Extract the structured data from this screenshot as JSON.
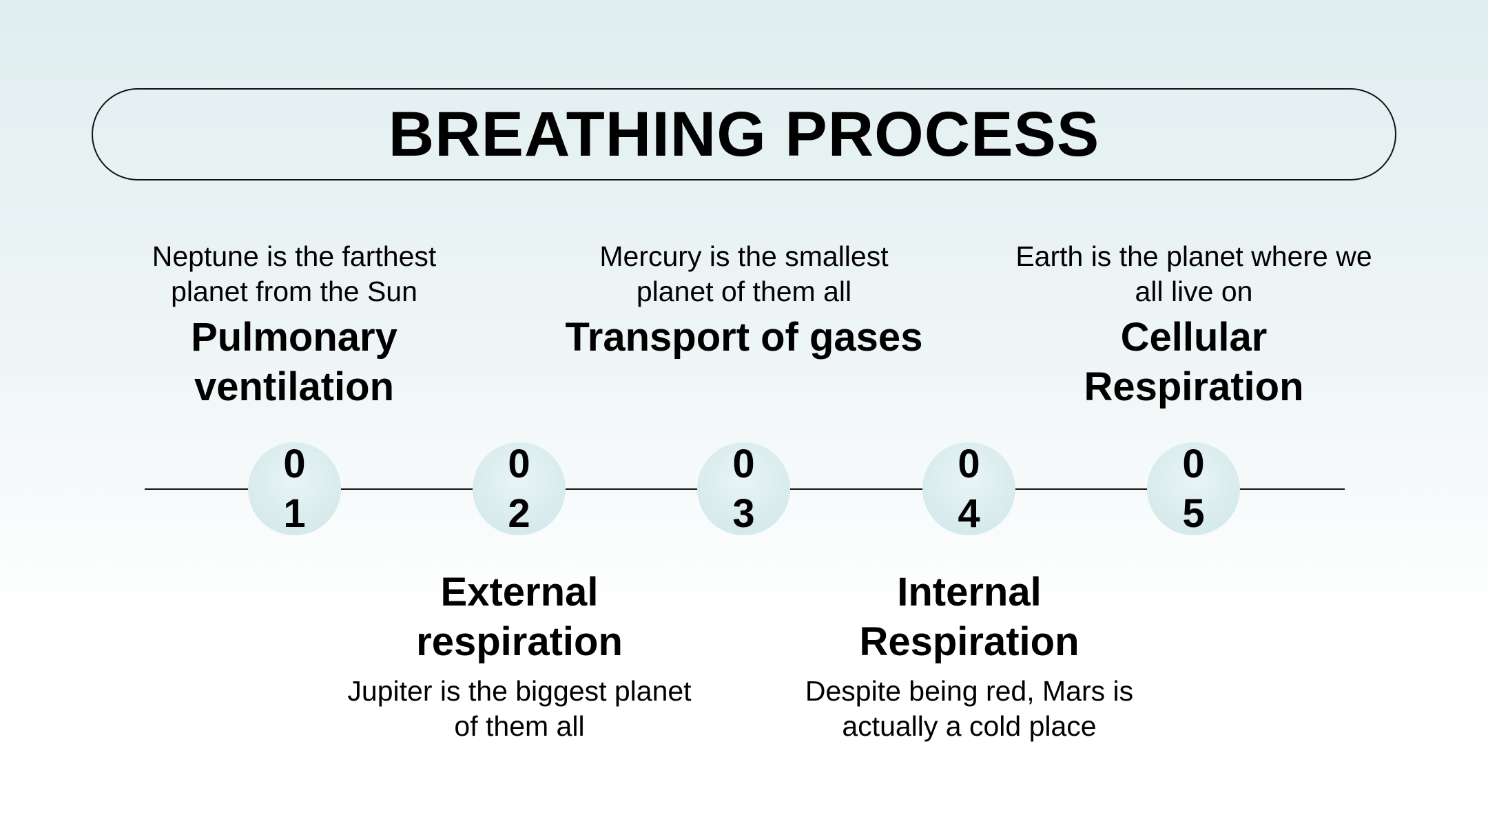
{
  "title": "BREATHING PROCESS",
  "steps": [
    {
      "number": "01",
      "heading": "Pulmonary ventilation",
      "description": "Neptune is the farthest planet from the Sun"
    },
    {
      "number": "02",
      "heading": "External respiration",
      "description": "Jupiter is the biggest planet of them all"
    },
    {
      "number": "03",
      "heading": "Transport of gases",
      "description": "Mercury is the smallest planet of them all"
    },
    {
      "number": "04",
      "heading": "Internal Respiration",
      "description": "Despite being red, Mars is actually a cold place"
    },
    {
      "number": "05",
      "heading": "Cellular Respiration",
      "description": "Earth is the planet where we all live on"
    }
  ]
}
